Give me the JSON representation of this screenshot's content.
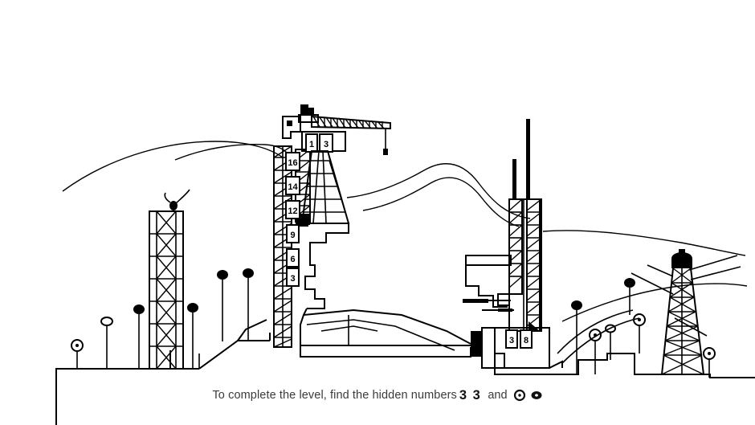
{
  "scene": {
    "title": "Hidden numbers construction site level",
    "background_color": "#ffffff",
    "line_color": "#000000"
  },
  "caption": {
    "prefix": "To complete the level, find the hidden numbers",
    "numbers": "3 3",
    "conjunction": "and",
    "symbol_1_name": "circle-dot-lamp-icon",
    "symbol_2_name": "filled-oval-lamp-icon"
  },
  "building_plaques": {
    "left_tower": [
      "16",
      "14",
      "12",
      "9",
      "6",
      "3"
    ],
    "crane_tower": [
      "1",
      "3"
    ],
    "right_podium": [
      "3",
      "8"
    ]
  },
  "elements": {
    "tower_crane": "tower-crane",
    "lattice_tower_left": "lattice-tower",
    "skyscraper_right": "skyscraper-with-antennas",
    "water_tower": "lattice-water-tower",
    "hills": "rolling-hill-outlines",
    "street_lamps_count": 12
  }
}
